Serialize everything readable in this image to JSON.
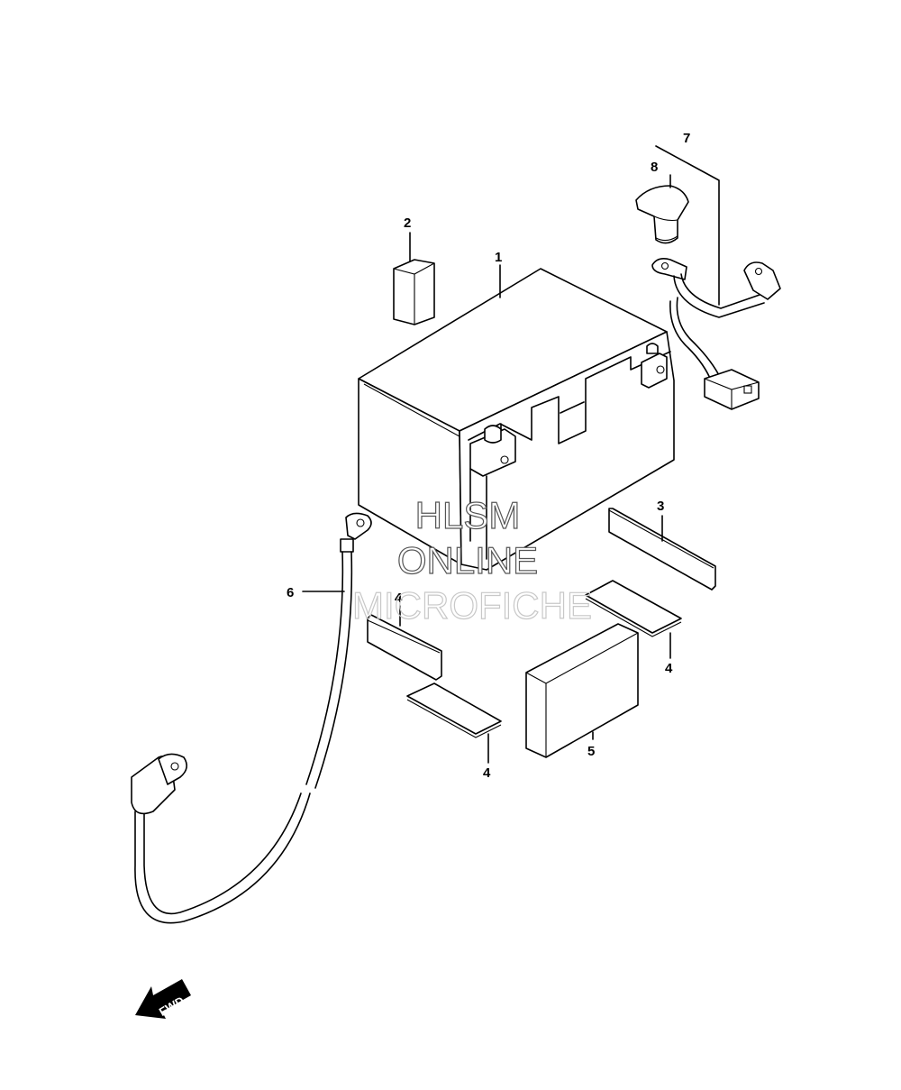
{
  "callouts": [
    {
      "id": "1",
      "label": "1"
    },
    {
      "id": "2",
      "label": "2"
    },
    {
      "id": "3",
      "label": "3"
    },
    {
      "id": "4a",
      "label": "4"
    },
    {
      "id": "4b",
      "label": "4"
    },
    {
      "id": "4c",
      "label": "4"
    },
    {
      "id": "5",
      "label": "5"
    },
    {
      "id": "6",
      "label": "6"
    },
    {
      "id": "7",
      "label": "7"
    },
    {
      "id": "8",
      "label": "8"
    }
  ],
  "watermark": {
    "line1": "HLSM",
    "line2": "ONLINE",
    "line3": "MICROFICHE"
  },
  "fwd_arrow": {
    "label": "FWD",
    "icon": "forward-arrow-icon"
  }
}
